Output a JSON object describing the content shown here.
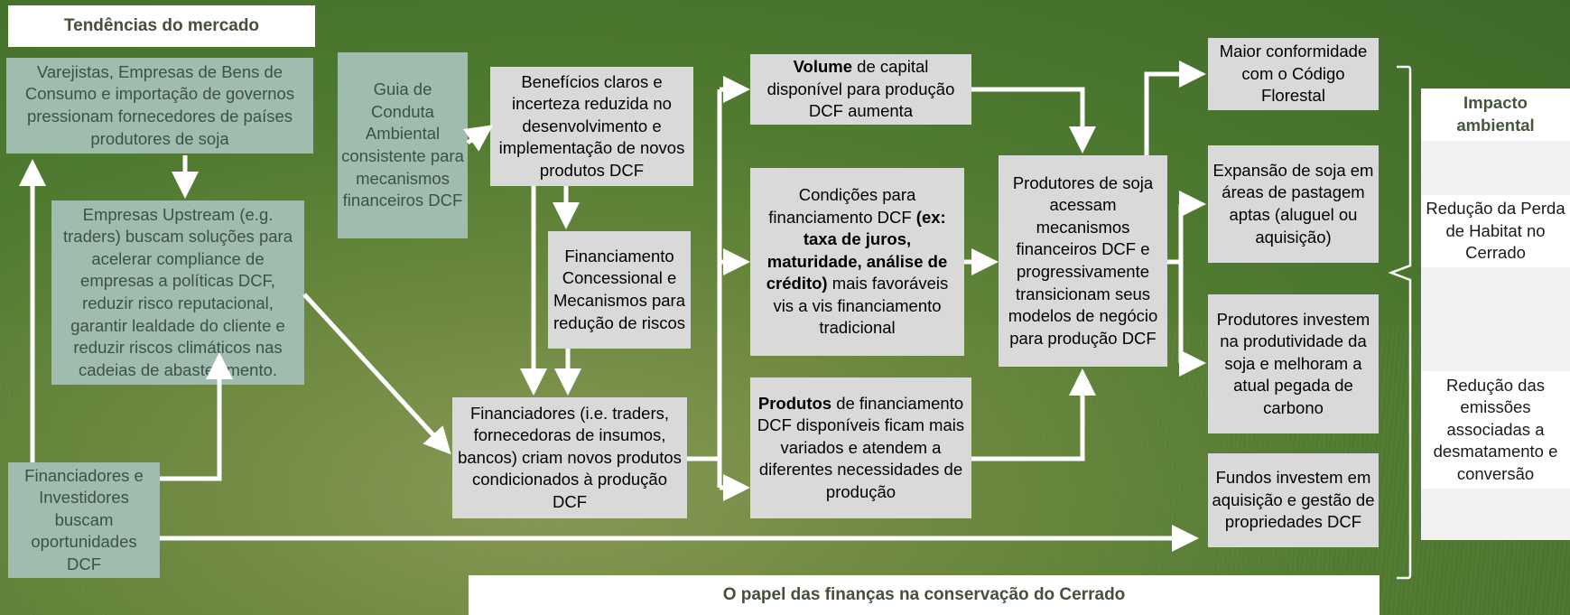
{
  "header": {
    "title": "Tendências do mercado"
  },
  "footer": {
    "title": "O papel das finanças na conservação do Cerrado"
  },
  "boxes": {
    "varejistas": "Varejistas, Empresas de Bens de Consumo e importação de governos pressionam fornecedores de países produtores de soja",
    "upstream": "Empresas Upstream  (e.g. traders) buscam soluções para acelerar compliance de empresas a políticas DCF, reduzir risco reputacional, garantir lealdade do cliente e reduzir riscos climáticos nas cadeias de abastecimento.",
    "financiadores_investidores": "Financiadores e Investidores buscam oportunidades DCF",
    "guia": "Guia de Conduta Ambiental consistente para mecanismos financeiros DCF",
    "beneficios": "Benefícios claros e incerteza reduzida no desenvolvimento e implementação de novos produtos DCF",
    "concessional": "Financiamento Concessional e Mecanismos para redução de riscos",
    "financiadores_traders": "Financiadores (i.e. traders, fornecedoras de insumos, bancos)  criam novos produtos condicionados à produção DCF",
    "volume_bold": "Volume",
    "volume_rest": " de capital disponível para produção DCF aumenta",
    "condicoes_pre": "Condições para financiamento DCF ",
    "condicoes_bold": "(ex: taxa de juros, maturidade, análise de crédito)",
    "condicoes_post": " mais favoráveis vis a vis financiamento tradicional",
    "produtos_bold": "Produtos",
    "produtos_rest": " de financiamento DCF disponíveis ficam mais variados e atendem a diferentes necessidades de produção",
    "produtores_acessam": "Produtores de soja acessam mecanismos financeiros DCF e progressivamente transicionam seus modelos de negócio para produção DCF",
    "maior_conformidade": "Maior conformidade com o Código Florestal",
    "expansao": "Expansão de soja em áreas de pastagem aptas (aluguel ou aquisição)",
    "produtores_investem": "Produtores investem na produtividade da soja e melhoram a atual pegada de carbono",
    "fundos": "Fundos investem em aquisição e gestão de propriedades DCF"
  },
  "impact": {
    "title": "Impacto ambiental",
    "item1": "Redução da Perda de Habitat no Cerrado",
    "item2": "Redução das emissões associadas a desmatamento e conversão"
  }
}
